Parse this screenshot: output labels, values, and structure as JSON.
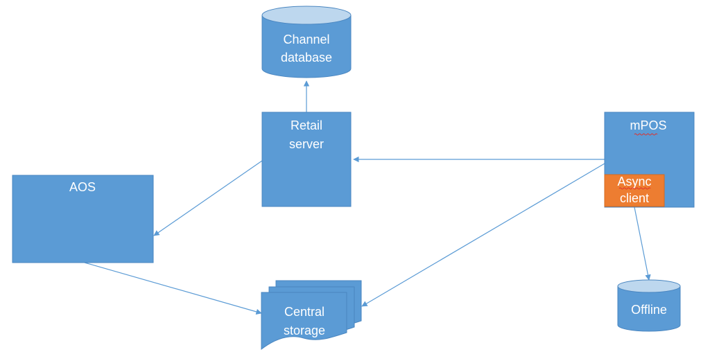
{
  "nodes": {
    "channel_database": {
      "line1": "Channel",
      "line2": "database"
    },
    "retail_server": {
      "line1": "Retail",
      "line2": "server"
    },
    "aos": {
      "label": "AOS"
    },
    "mpos": {
      "label": "mPOS"
    },
    "async_client": {
      "line1": "Async",
      "line2": "client"
    },
    "central_storage": {
      "line1": "Central",
      "line2": "storage"
    },
    "offline": {
      "label": "Offline"
    }
  },
  "colors": {
    "node_fill": "#5b9bd5",
    "node_stroke": "#4a86c0",
    "accent_fill": "#ed7d31",
    "connector": "#5b9bd5",
    "spellcheck_underline": "#e0302a"
  }
}
